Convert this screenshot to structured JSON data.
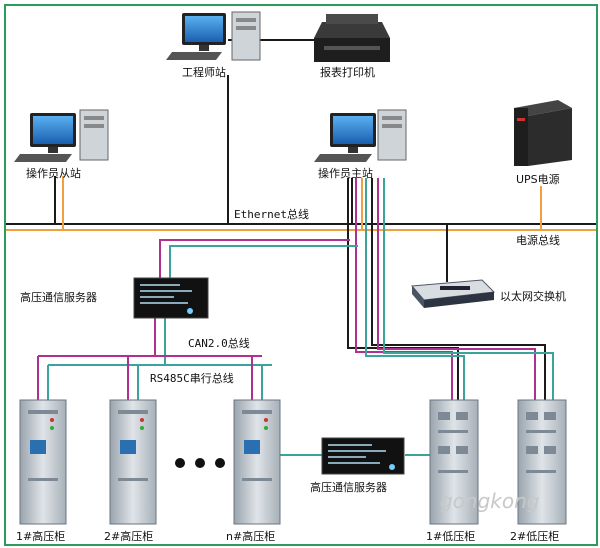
{
  "labels": {
    "engineer_station": "工程师站",
    "report_printer": "报表打印机",
    "operator_slave": "操作员从站",
    "operator_master": "操作员主站",
    "ups": "UPS电源",
    "ethernet_bus": "Ethernet总线",
    "power_bus": "电源总线",
    "hv_comm_server_top": "高压通信服务器",
    "ethernet_switch": "以太网交换机",
    "can_bus": "CAN2.0总线",
    "rs485_bus": "RS485C串行总线",
    "hv_comm_server_bottom": "高压通信服务器",
    "cabinet_hv1": "1#高压柜",
    "cabinet_hv2": "2#高压柜",
    "cabinet_hvn": "n#高压柜",
    "cabinet_lv1": "1#低压柜",
    "cabinet_lv2": "2#低压柜",
    "watermark": "gongkong"
  },
  "colors": {
    "frame": "#2e9a5e",
    "ethernet": "#1a1a1a",
    "power": "#f0a040",
    "can_line": "#b03090",
    "rs485_line": "#3aa39a"
  }
}
